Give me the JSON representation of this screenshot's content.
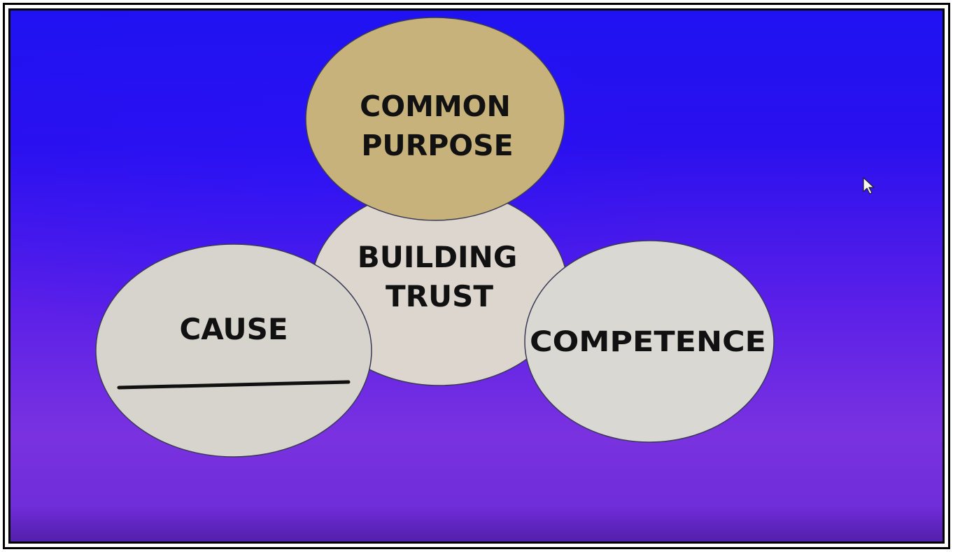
{
  "diagram": {
    "nodes": [
      {
        "id": "building-trust",
        "lines": [
          "BUILDING",
          "TRUST"
        ],
        "color": "#dcd6cf"
      },
      {
        "id": "common-purpose",
        "lines": [
          "COMMON",
          "PURPOSE"
        ],
        "color": "#c6b27a"
      },
      {
        "id": "cause",
        "lines": [
          "CAUSE"
        ],
        "color": "#d6d4cd",
        "has_underline": true
      },
      {
        "id": "competence",
        "lines": [
          "COMPETENCE"
        ],
        "color": "#d9d8d2"
      }
    ],
    "background_colors": [
      "#1f12f2",
      "#7a32e0"
    ],
    "outline_color": "#3a3a55"
  },
  "cursor": {
    "icon": "mouse-pointer-icon"
  }
}
